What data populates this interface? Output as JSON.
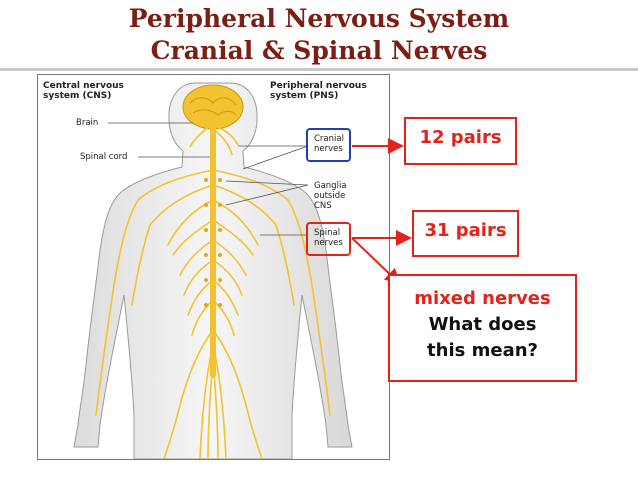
{
  "title": {
    "line1": "Peripheral Nervous System",
    "line2": "Cranial & Spinal Nerves"
  },
  "diagram": {
    "cns_heading_line1": "Central nervous",
    "cns_heading_line2": "system (CNS)",
    "pns_heading_line1": "Peripheral nervous",
    "pns_heading_line2": "system (PNS)",
    "brain": "Brain",
    "spinal_cord": "Spinal cord",
    "cranial_line1": "Cranial",
    "cranial_line2": "nerves",
    "ganglia_line1": "Ganglia",
    "ganglia_line2": "outside",
    "ganglia_line3": "CNS",
    "spinal_line1": "Spinal",
    "spinal_line2": "nerves"
  },
  "callouts": {
    "cranial_pairs": "12 pairs",
    "spinal_pairs": "31 pairs",
    "mixed_title": "mixed nerves",
    "question_line1": "What does",
    "question_line2": "this mean?"
  },
  "colors": {
    "title": "#7b1e14",
    "callout_red": "#e0241c",
    "cranial_blue": "#1f3fbf",
    "nerve_yellow": "#f2c230",
    "divider": "#b0b0b0"
  }
}
